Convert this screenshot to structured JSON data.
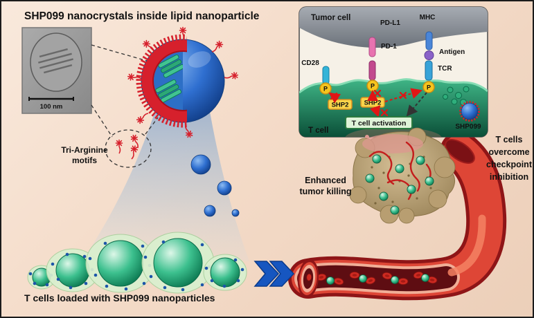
{
  "colors": {
    "background_top": "#f8e7da",
    "background_bottom": "#eccfb9",
    "accent_red": "#d6202c",
    "nanoparticle_blue": "#2f6fd0",
    "crystal_green": "#3fc08c",
    "t_cell_green": "#17996b",
    "vessel_red": "#de4636",
    "phospho_yellow": "#f6c51e",
    "inset_gray": "#8a9098"
  },
  "labels": {
    "title": "SHP099 nanocrystals inside lipid nanoparticle",
    "scale_bar": "100 nm",
    "tri_arginine": [
      "Tri-Arginine",
      "motifs"
    ],
    "bottom_caption": "T cells loaded with SHP099 nanoparticles",
    "enhanced": [
      "Enhanced",
      "tumor killing"
    ],
    "right_caption": [
      "T cells",
      "overcome",
      "checkpoint",
      "inhibition"
    ]
  },
  "inset": {
    "tumor_cell": "Tumor cell",
    "t_cell": "T cell",
    "pdl1": "PD-L1",
    "mhc": "MHC",
    "pd1": "PD-1",
    "antigen": "Antigen",
    "tcr": "TCR",
    "cd28": "CD28",
    "phospho": "P",
    "shp2": "SHP2",
    "activation": "T cell activation",
    "shp099": "SHP099"
  }
}
